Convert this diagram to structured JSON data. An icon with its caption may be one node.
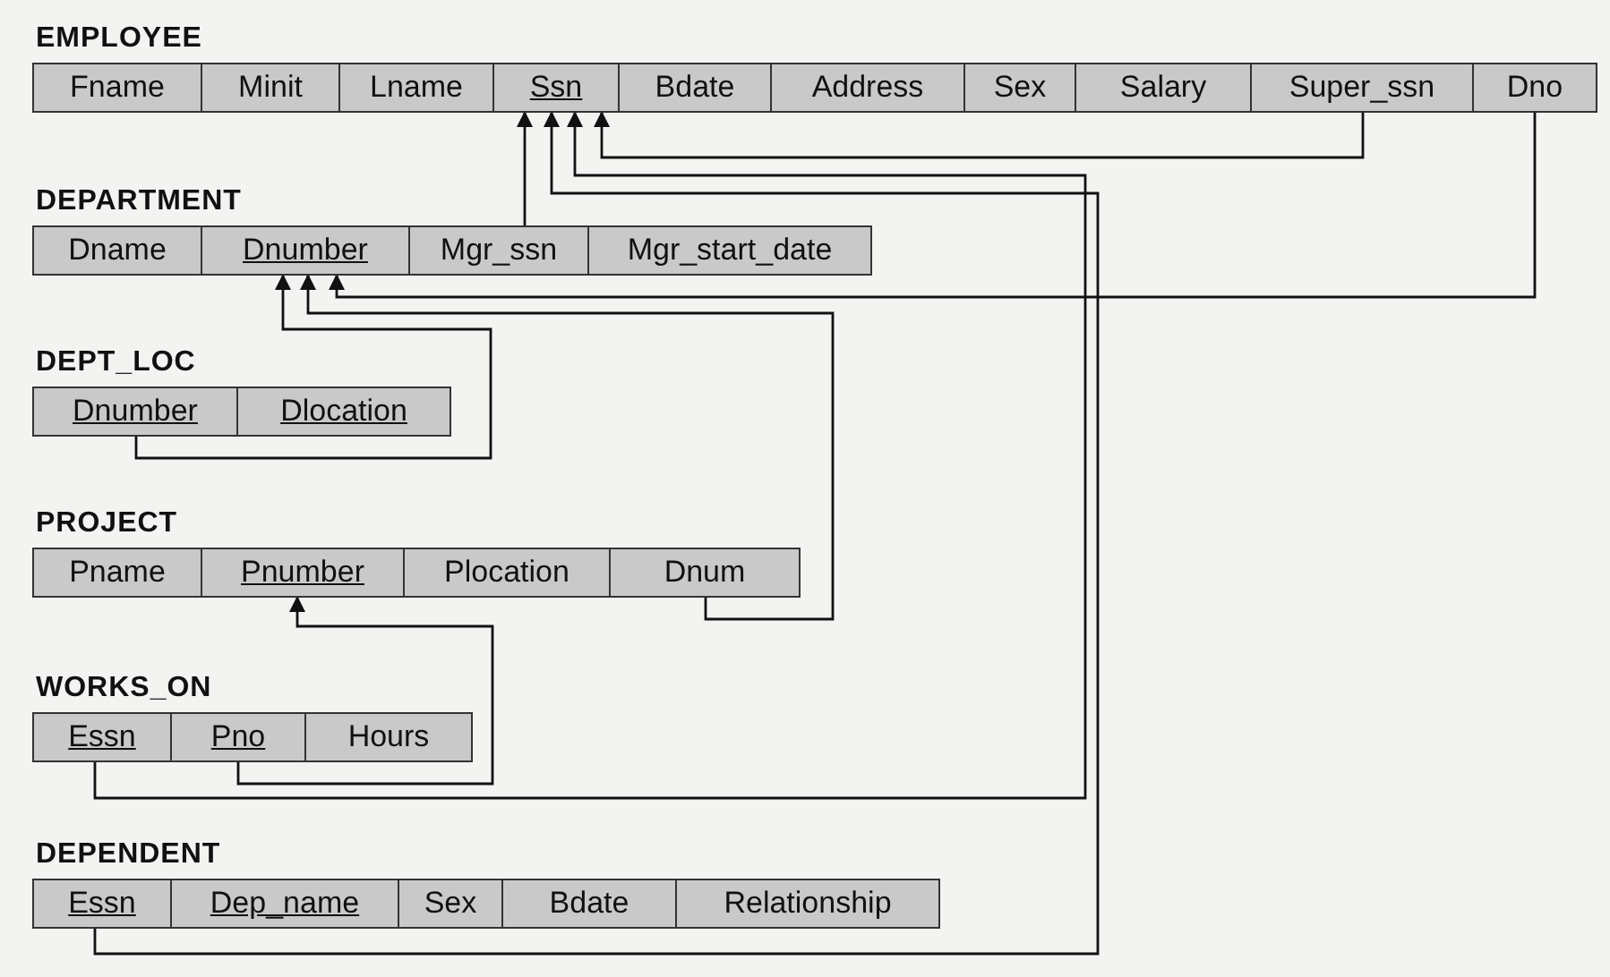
{
  "diagram": {
    "nodes": [
      {
        "text": [
          "EMPLOYEE"
        ]
      },
      {
        "text": [
          "Fname"
        ],
        "in": 0
      },
      {
        "text": [
          "Minit"
        ],
        "in": 0
      },
      {
        "text": [
          "Lname"
        ],
        "in": 0
      },
      {
        "text": [
          "Ssn"
        ],
        "in": 0
      },
      {
        "text": [
          "Bdate"
        ],
        "in": 0
      },
      {
        "text": [
          "Address"
        ],
        "in": 0
      },
      {
        "text": [
          "Sex"
        ],
        "in": 0
      },
      {
        "text": [
          "Salary"
        ],
        "in": 0
      },
      {
        "text": [
          "Super_ssn"
        ],
        "in": 0
      },
      {
        "text": [
          "Dno"
        ],
        "in": 0
      },
      {
        "text": [
          "DEPARTMENT"
        ]
      },
      {
        "text": [
          "Dname"
        ],
        "in": 11
      },
      {
        "text": [
          "Dnumber"
        ],
        "in": 11
      },
      {
        "text": [
          "Mgr_ssn"
        ],
        "in": 11
      },
      {
        "text": [
          "Mgr_start_date"
        ],
        "in": 11
      },
      {
        "text": [
          "DEPT_LOC"
        ]
      },
      {
        "text": [
          "Dnumber"
        ],
        "in": 16
      },
      {
        "text": [
          "Dlocation"
        ],
        "in": 16
      },
      {
        "text": [
          "PROJECT"
        ]
      },
      {
        "text": [
          "Pname"
        ],
        "in": 19
      },
      {
        "text": [
          "Pnumber"
        ],
        "in": 19
      },
      {
        "text": [
          "Plocation"
        ],
        "in": 19
      },
      {
        "text": [
          "Dnum"
        ],
        "in": 19
      },
      {
        "text": [
          "WORKS_ON"
        ]
      },
      {
        "text": [
          "Essn"
        ],
        "in": 24
      },
      {
        "text": [
          "Pno"
        ],
        "in": 24
      },
      {
        "text": [
          "Hours"
        ],
        "in": 24
      },
      {
        "text": [
          "DEPENDENT"
        ]
      },
      {
        "text": [
          "Essn"
        ],
        "in": 28
      },
      {
        "text": [
          "Dep_name"
        ],
        "in": 28
      },
      {
        "text": [
          "Sex"
        ],
        "in": 28
      },
      {
        "text": [
          "Bdate"
        ],
        "in": 28
      },
      {
        "text": [
          "Relationship"
        ],
        "in": 28
      }
    ],
    "edges": [
      {
        "from": 9,
        "to": 4,
        "arrow": "to"
      },
      {
        "from": 14,
        "to": 4,
        "arrow": "to"
      },
      {
        "from": 25,
        "to": 4,
        "arrow": "to"
      },
      {
        "from": 29,
        "to": 4,
        "arrow": "to"
      },
      {
        "from": 10,
        "to": 13,
        "arrow": "to"
      },
      {
        "from": 17,
        "to": 13,
        "arrow": "to"
      },
      {
        "from": 23,
        "to": 13,
        "arrow": "to"
      },
      {
        "from": 26,
        "to": 21,
        "arrow": "to"
      }
    ]
  }
}
